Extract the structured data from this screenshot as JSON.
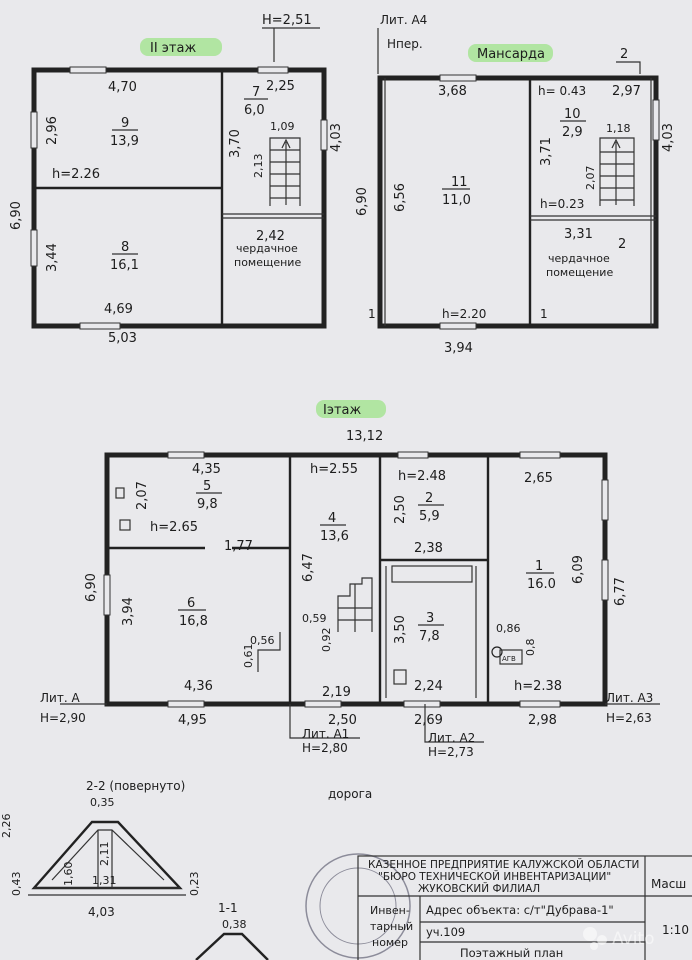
{
  "labels": {
    "floor2": "II этаж",
    "attic": "Мансарда",
    "floor1": "Iэтаж",
    "lit_a4": "Лит. А4",
    "hnep": "Hпер.",
    "road": "дорога",
    "section22": "2-2 (повернуто)",
    "section11": "1-1"
  },
  "floor2": {
    "h_top": "H=2,51",
    "room9": {
      "num": "9",
      "area": "13,9"
    },
    "room8": {
      "num": "8",
      "area": "16,1"
    },
    "room7": {
      "num": "7",
      "area": "6,0"
    },
    "attic_space": [
      "чердачное",
      "помещение"
    ],
    "dims": {
      "d470": "4,70",
      "d296": "2,96",
      "h226": "h=2.26",
      "d690": "6,90",
      "d344": "3,44",
      "d469": "4,69",
      "d503": "5,03",
      "d370": "3,70",
      "d225": "2,25",
      "d109": "1,09",
      "d213": "2,13",
      "d403": "4,03",
      "d242": "2,42"
    }
  },
  "attic_floor": {
    "room11": {
      "num": "11",
      "area": "11,0"
    },
    "room10": {
      "num": "10",
      "area": "2,9"
    },
    "attic_space": [
      "чердачное",
      "помещение"
    ],
    "dims": {
      "d368": "3,68",
      "h043": "h= 0.43",
      "d297": "2,97",
      "d2a": "2",
      "d690": "6,90",
      "d656": "6,56",
      "d371": "3,71",
      "d118": "1,18",
      "d207": "2,07",
      "h023": "h=0.23",
      "d403": "4,03",
      "d331": "3,31",
      "d2b": "2",
      "h220": "h=2.20",
      "d394": "3,94",
      "d1a": "1",
      "d1b": "1"
    }
  },
  "floor1": {
    "total": "13,12",
    "room5": {
      "num": "5",
      "area": "9,8"
    },
    "room6": {
      "num": "6",
      "area": "16,8"
    },
    "room4": {
      "num": "4",
      "area": "13,6"
    },
    "room2": {
      "num": "2",
      "area": "5,9"
    },
    "room3": {
      "num": "3",
      "area": "7,8"
    },
    "room1": {
      "num": "1",
      "area": "16.0"
    },
    "dims": {
      "d435": "4,35",
      "d207": "2,07",
      "h265": "h=2.65",
      "d177": "1,77",
      "h255": "h=2.55",
      "h248": "h=2.48",
      "d265": "2,65",
      "d250a": "2,50",
      "d238": "2,38",
      "d647": "6,47",
      "d609": "6,09",
      "d690": "6,90",
      "d394": "3,94",
      "d059": "0,59",
      "d056": "0,56",
      "d061": "0,61",
      "d092": "0,92",
      "d350": "3,50",
      "d086": "0,86",
      "d08": "0,8",
      "d677": "6,77",
      "d436": "4,36",
      "d219": "2,19",
      "d224": "2,24",
      "h238": "h=2.38",
      "d495": "4,95",
      "d250b": "2,50",
      "d269": "2,69",
      "d298": "2,98",
      "agv": "АГВ"
    },
    "lit_a": "Лит. А",
    "h_a": "H=2,90",
    "lit_a1": "Лит. А1",
    "h_a1": "H=2,80",
    "lit_a2": "Лит. А2",
    "h_a2": "H=2,73",
    "lit_a3": "Лит. А3",
    "h_a3": "H=2,63"
  },
  "section22": {
    "d035": "0,35",
    "d211": "2,11",
    "d160": "1,60",
    "d131": "1,31",
    "d043": "0,43",
    "d023": "0,23",
    "d403": "4,03",
    "d226": "2,26"
  },
  "section11": {
    "d038": "0,38"
  },
  "stamp": {
    "org": [
      "КАЗЕННОЕ ПРЕДПРИЯТИЕ КАЛУЖСКОЙ ОБЛАСТИ",
      "\"БЮРО ТЕХНИЧЕСКОЙ ИНВЕНТАРИЗАЦИИ\"",
      "ЖУКОВСКИЙ ФИЛИАЛ"
    ],
    "scale_label": "Масш",
    "inv_label": [
      "Инвен-",
      "тарный",
      "номер"
    ],
    "address": "Адрес объекта: с/т\"Дубрава-1\"",
    "plot": "уч.109",
    "plan_title": "Поэтажный план",
    "scale_value": "1:10"
  },
  "watermark": "Avito"
}
